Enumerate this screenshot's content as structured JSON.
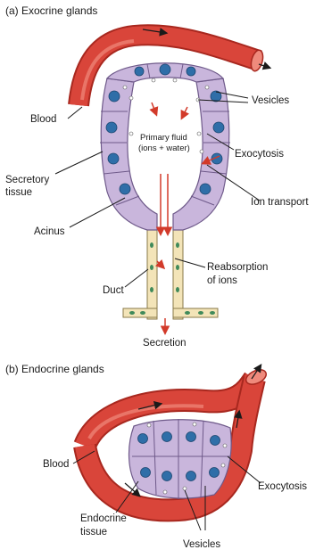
{
  "panel_a": {
    "title": "(a) Exocrine glands",
    "labels": {
      "blood": "Blood",
      "vesicles": "Vesicles",
      "primary_fluid_line1": "Primary fluid",
      "primary_fluid_line2": "(ions + water)",
      "exocytosis": "Exocytosis",
      "secretory_line1": "Secretory",
      "secretory_line2": "tissue",
      "ion_transport": "Ion transport",
      "acinus": "Acinus",
      "reabsorption_line1": "Reabsorption",
      "reabsorption_line2": "of ions",
      "duct": "Duct",
      "secretion": "Secretion"
    }
  },
  "panel_b": {
    "title": "(b) Endocrine glands",
    "labels": {
      "blood": "Blood",
      "exocytosis": "Exocytosis",
      "endocrine_line1": "Endocrine",
      "endocrine_line2": "tissue",
      "vesicles": "Vesicles"
    }
  },
  "colors": {
    "vessel": "#d9453a",
    "vessel_dark": "#a8281f",
    "vessel_light": "#ef8a7c",
    "cell": "#c9b6dc",
    "cell_border": "#6f5a8a",
    "nucleus": "#2f6ea8",
    "duct_cell": "#f3e4b8",
    "duct_nucleus": "#3f8a5a",
    "arrow_red": "#d23a2a"
  }
}
